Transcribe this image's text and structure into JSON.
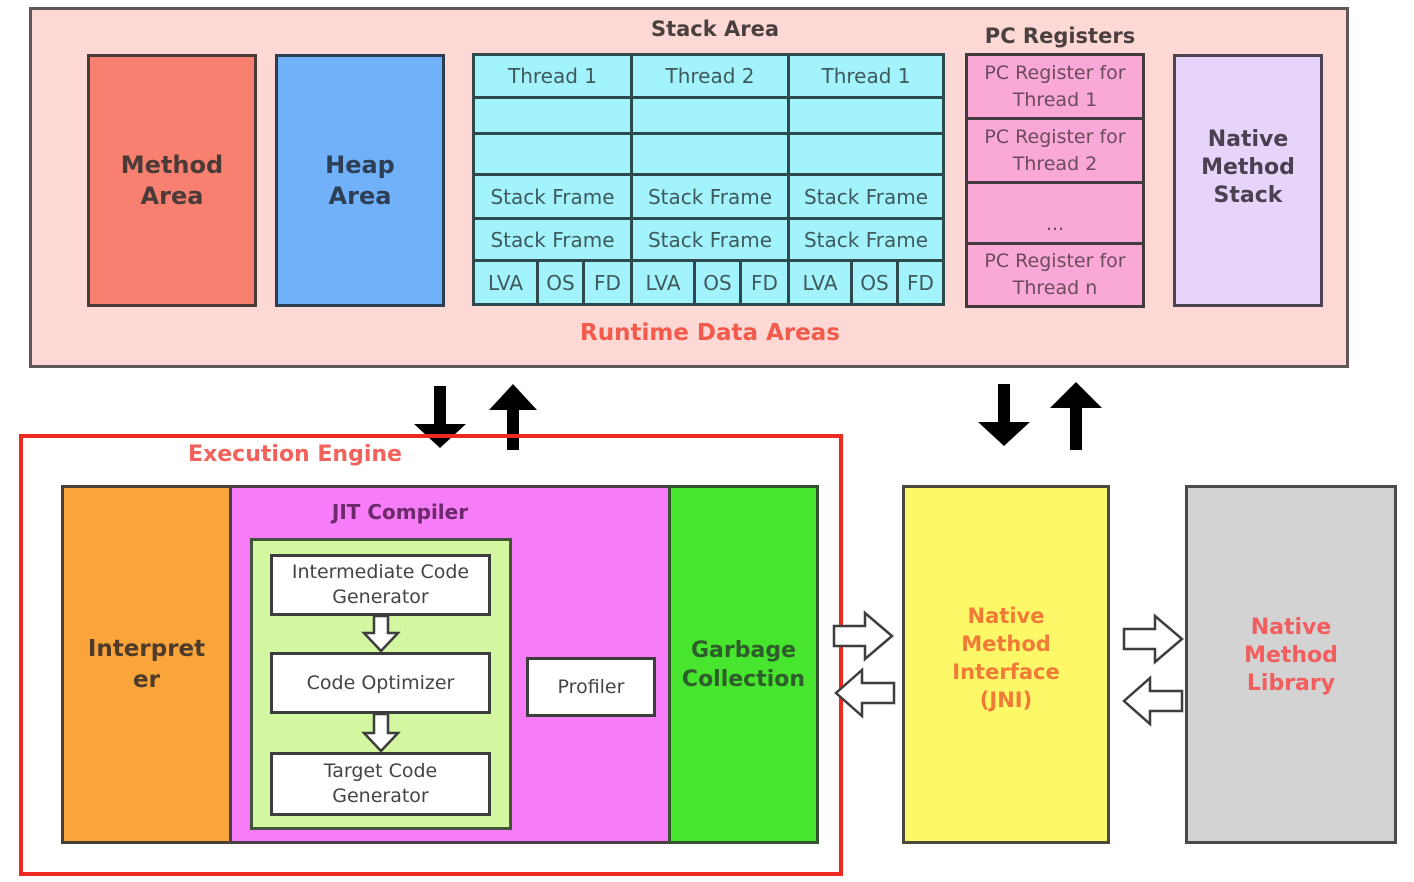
{
  "runtime_data_areas": {
    "title": "Runtime Data Areas",
    "method_area": [
      "Method",
      "Area"
    ],
    "heap_area": [
      "Heap",
      "Area"
    ],
    "stack_area": {
      "title": "Stack Area",
      "threads": [
        {
          "name": "Thread 1",
          "frames": [
            "Stack Frame",
            "Stack Frame"
          ],
          "parts": [
            "LVA",
            "OS",
            "FD"
          ]
        },
        {
          "name": "Thread 2",
          "frames": [
            "Stack Frame",
            "Stack Frame"
          ],
          "parts": [
            "LVA",
            "OS",
            "FD"
          ]
        },
        {
          "name": "Thread 1",
          "frames": [
            "Stack Frame",
            "Stack Frame"
          ],
          "parts": [
            "LVA",
            "OS",
            "FD"
          ]
        }
      ]
    },
    "pc_registers": {
      "title": "PC Registers",
      "items": [
        [
          "PC Register for",
          "Thread 1"
        ],
        [
          "PC Register for",
          "Thread 2"
        ],
        [
          "...",
          ""
        ],
        [
          "PC Register for",
          "Thread n"
        ]
      ]
    },
    "native_method_stack": [
      "Native",
      "Method",
      "Stack"
    ]
  },
  "execution_engine": {
    "title": "Execution Engine",
    "interpreter": [
      "Interpret",
      "er"
    ],
    "jit_compiler": {
      "title": "JIT Compiler",
      "intermediate_code_generator": [
        "Intermediate Code",
        "Generator"
      ],
      "code_optimizer": "Code Optimizer",
      "target_code_generator": [
        "Target Code",
        "Generator"
      ],
      "profiler": "Profiler"
    },
    "garbage_collection": [
      "Garbage",
      "Collection"
    ]
  },
  "native_method_interface": [
    "Native",
    "Method",
    "Interface",
    "(JNI)"
  ],
  "native_method_library": [
    "Native",
    "Method",
    "Library"
  ],
  "colors": {
    "runtime_bg": "#fdd8d4",
    "method_area": "#f88070",
    "heap_area": "#71b1fa",
    "stack_area": "#a2f3fb",
    "pc_registers": "#faa8d6",
    "native_method_stack": "#e6d4fb",
    "interpreter": "#f9a53a",
    "jit_compiler": "#f77cf7",
    "jit_inner": "#d2f7a0",
    "garbage_collection": "#47e52e",
    "jni": "#fdf868",
    "native_library": "#d3d3d3",
    "execution_engine_border": "#ec2a20",
    "title_red": "#f25a4b"
  }
}
